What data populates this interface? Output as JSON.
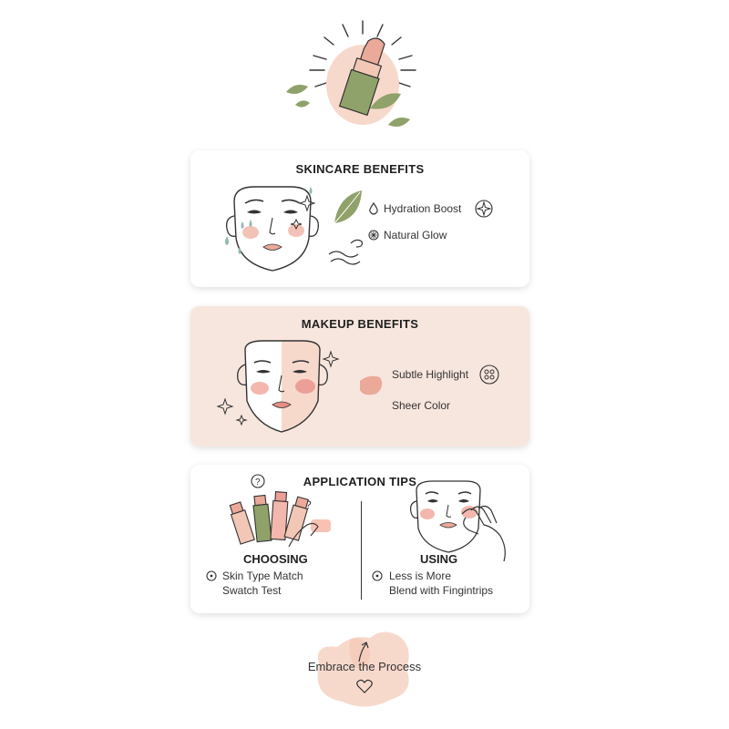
{
  "colors": {
    "accent_peach": "#f7d9cc",
    "blush": "#f3b7ad",
    "sage": "#8fa26a",
    "card_bg_makeup": "#f7e6de",
    "line": "#333333"
  },
  "header": {
    "icon": "lipstick-icon"
  },
  "skincare": {
    "title": "SKINCARE BENEFITS",
    "items": [
      {
        "label": "Hydration Boost",
        "icon": "droplet-icon"
      },
      {
        "label": "Natural Glow",
        "icon": "glow-icon"
      }
    ]
  },
  "makeup": {
    "title": "MAKEUP BENEFITS",
    "items": [
      {
        "label": "Subtle Highlight",
        "icon": "palette-icon"
      },
      {
        "label": "Sheer Color",
        "icon": "swatch-icon"
      }
    ]
  },
  "tips": {
    "title": "APPLICATION TIPS",
    "choosing": {
      "title": "CHOOSING",
      "items": [
        "Skin Type Match",
        "Swatch Test"
      ]
    },
    "using": {
      "title": "USING",
      "items": [
        "Less is More",
        "Blend with Fingintrips"
      ]
    }
  },
  "footer": {
    "text": "Embrace the Process",
    "icon": "heart-icon"
  }
}
